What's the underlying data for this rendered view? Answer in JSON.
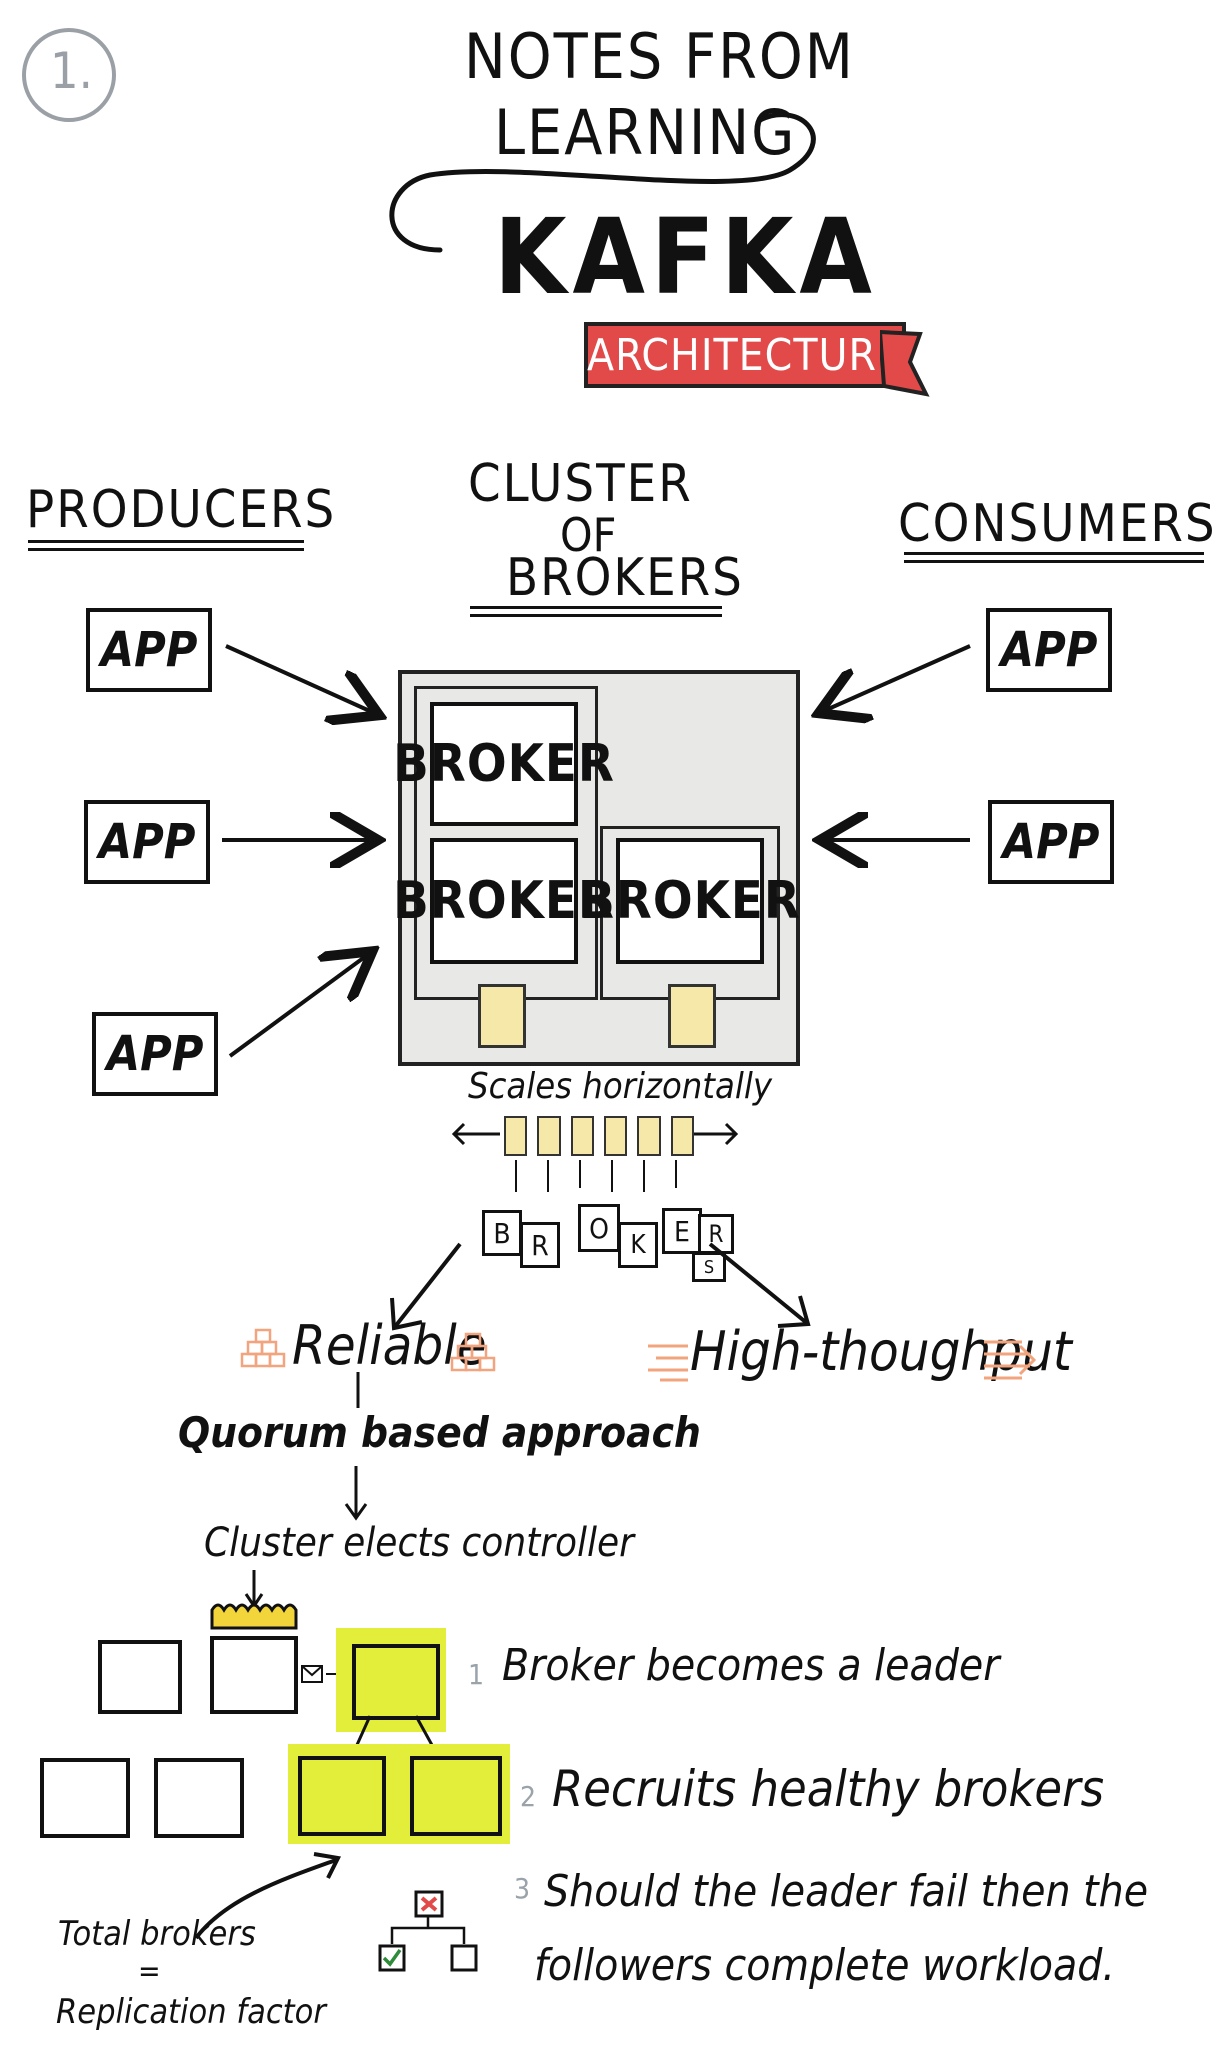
{
  "page_number": "1.",
  "header": {
    "line1": "NOTES FROM",
    "line2": "LEARNING",
    "title": "KAFKA",
    "ribbon": "ARCHITECTURE"
  },
  "columns": {
    "producers": "PRODUCERS",
    "cluster": [
      "CLUSTER",
      "OF",
      "BROKERS"
    ],
    "consumers": "CONSUMERS"
  },
  "producer_apps": [
    "APP",
    "APP",
    "APP"
  ],
  "consumer_apps": [
    "APP",
    "APP"
  ],
  "brokers": [
    "BROKER",
    "BROKER",
    "BROKER"
  ],
  "scaling": {
    "label": "Scales horizontally",
    "letters": [
      "B",
      "R",
      "O",
      "K",
      "E",
      "R",
      "S"
    ]
  },
  "properties": {
    "reliable": "Reliable",
    "throughput": "High-thoughput"
  },
  "flow": {
    "quorum": "Quorum based approach",
    "elect": "Cluster elects controller"
  },
  "steps": [
    {
      "num": "1",
      "text": "Broker becomes a leader"
    },
    {
      "num": "2",
      "text": "Recruits healthy brokers"
    },
    {
      "num": "3",
      "text": "Should the leader fail then the"
    },
    {
      "num": "",
      "text": "followers complete workload."
    }
  ],
  "formula": {
    "top": "Total brokers",
    "eq": "=",
    "bottom": "Replication factor"
  },
  "colors": {
    "ribbon": "#e24a4a",
    "highlight": "#e3ee3a",
    "cluster_bg": "#e8e9e6",
    "server_doc": "#f6e8a8",
    "accent_orange": "#f2a47e",
    "crown": "#f2d53a"
  }
}
